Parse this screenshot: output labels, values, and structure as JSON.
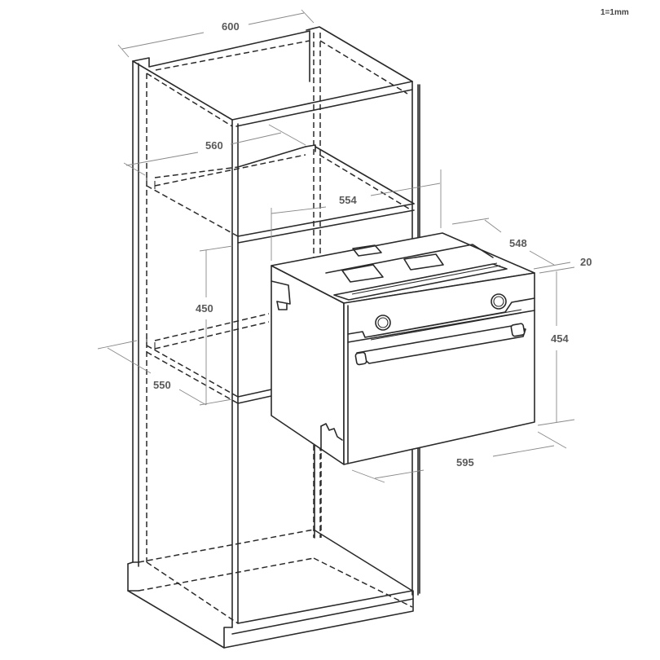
{
  "diagram": {
    "title": "Built-in oven installation in tall column cabinet",
    "scale_note": "1=1mm",
    "colors": {
      "line": "#2a2a2a",
      "dimension_line": "#8a8a8a",
      "label": "#5a5a5a",
      "background": "#ffffff"
    },
    "components": {
      "cabinet": "Tall column housing unit with top, shelves, plinth",
      "oven": "Built-in oven with two knobs, door handle, control panel"
    },
    "dimensions": {
      "cabinet_width": "600",
      "inner_width": "560",
      "niche_depth": "554",
      "niche_height": "450",
      "niche_depth_min": "550",
      "oven_depth": "548",
      "front_panel_thickness": "20",
      "oven_height": "454",
      "oven_width": "595"
    }
  }
}
